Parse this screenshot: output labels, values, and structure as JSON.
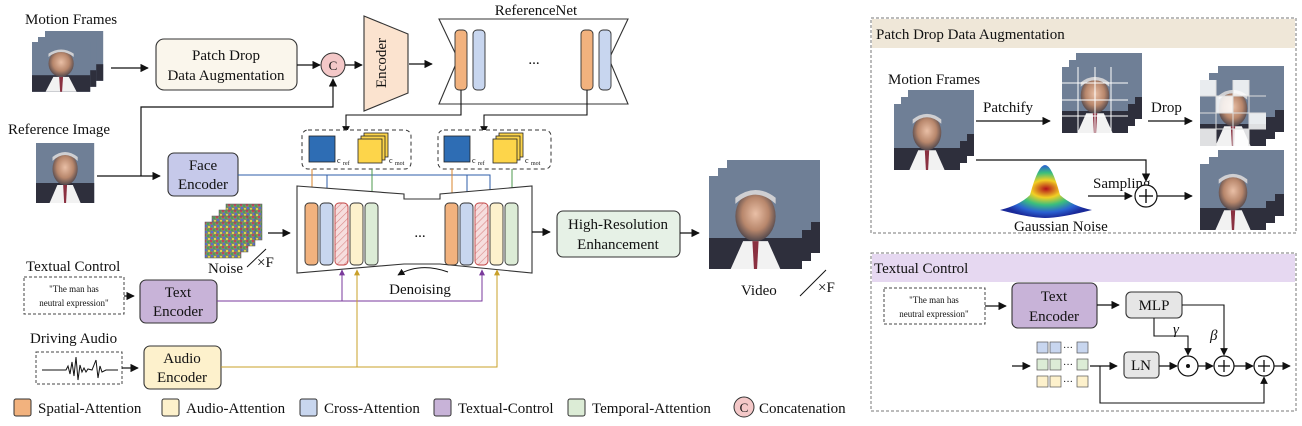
{
  "left": {
    "motion_frames": "Motion Frames",
    "reference_image": "Reference Image",
    "patch_drop": [
      "Patch Drop",
      "Data Augmentation"
    ],
    "concat_symbol": "C",
    "encoder": "Encoder",
    "referencenet": "ReferenceNet",
    "ellipsis": "...",
    "face_encoder": [
      "Face",
      "Encoder"
    ],
    "c_ref": "c",
    "c_ref_sub": "ref",
    "c_mot": "c",
    "c_mot_sub": "mot",
    "noise": "Noise",
    "times_f": "×F",
    "denoising": "Denoising",
    "textual_control": "Textual Control",
    "text_quote": [
      "\"The man has",
      "neutral expression\""
    ],
    "text_encoder": [
      "Text",
      "Encoder"
    ],
    "driving_audio": "Driving Audio",
    "audio_encoder": [
      "Audio",
      "Encoder"
    ],
    "hr_enhancement": [
      "High-Resolution",
      "Enhancement"
    ],
    "video": "Video",
    "video_times_f": "×F"
  },
  "legend": [
    {
      "label": "Spatial-Attention",
      "color": "#f2b27e"
    },
    {
      "label": "Audio-Attention",
      "color": "#fdf1cc"
    },
    {
      "label": "Cross-Attention",
      "color": "#c8d6ef"
    },
    {
      "label": "Textual-Control",
      "color": "#c8b3d8"
    },
    {
      "label": "Temporal-Attention",
      "color": "#dcecd6"
    },
    {
      "label": "Concatenation",
      "symbol": "C"
    }
  ],
  "panel_patchdrop": {
    "title": "Patch Drop Data Augmentation",
    "motion_frames": "Motion Frames",
    "patchify": "Patchify",
    "drop": "Drop",
    "sampling": "Sampling",
    "gaussian_noise": "Gaussian Noise"
  },
  "panel_textual": {
    "title": "Textual Control",
    "text_quote": [
      "\"The man has",
      "neutral expression\""
    ],
    "text_encoder": [
      "Text",
      "Encoder"
    ],
    "mlp": "MLP",
    "gamma": "γ",
    "beta": "β",
    "ln": "LN",
    "ellipsis": "···"
  },
  "colors": {
    "orange": "#f2b27e",
    "yellow": "#fdf1cc",
    "blue_light": "#c8d6ef",
    "purple": "#c8b3d8",
    "green": "#dcecd6",
    "cref_blue": "#2e6db4",
    "cmot_yellow": "#fdd54a",
    "concat_pink": "#f4c8c8"
  }
}
